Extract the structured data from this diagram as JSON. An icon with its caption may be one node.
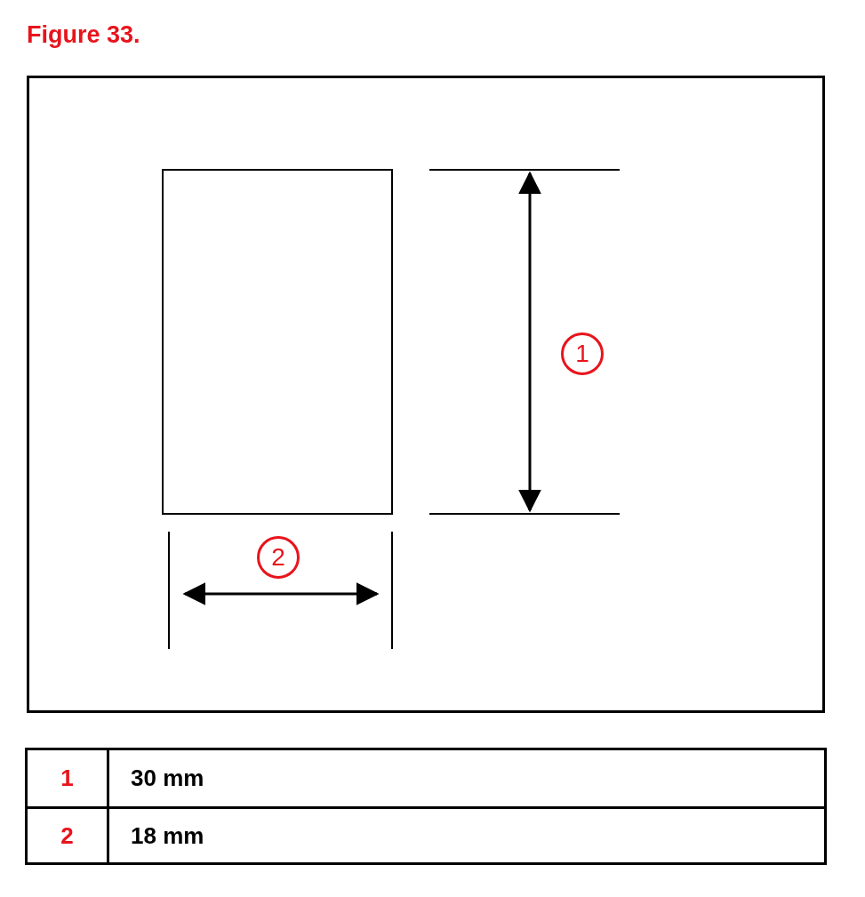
{
  "diagram": {
    "title": "Figure 33.",
    "nodes": [
      {
        "text": [
          "1"
        ]
      },
      {
        "text": [
          "2"
        ]
      }
    ],
    "labels": [
      "1",
      "30 mm",
      "2",
      "18 mm"
    ]
  }
}
